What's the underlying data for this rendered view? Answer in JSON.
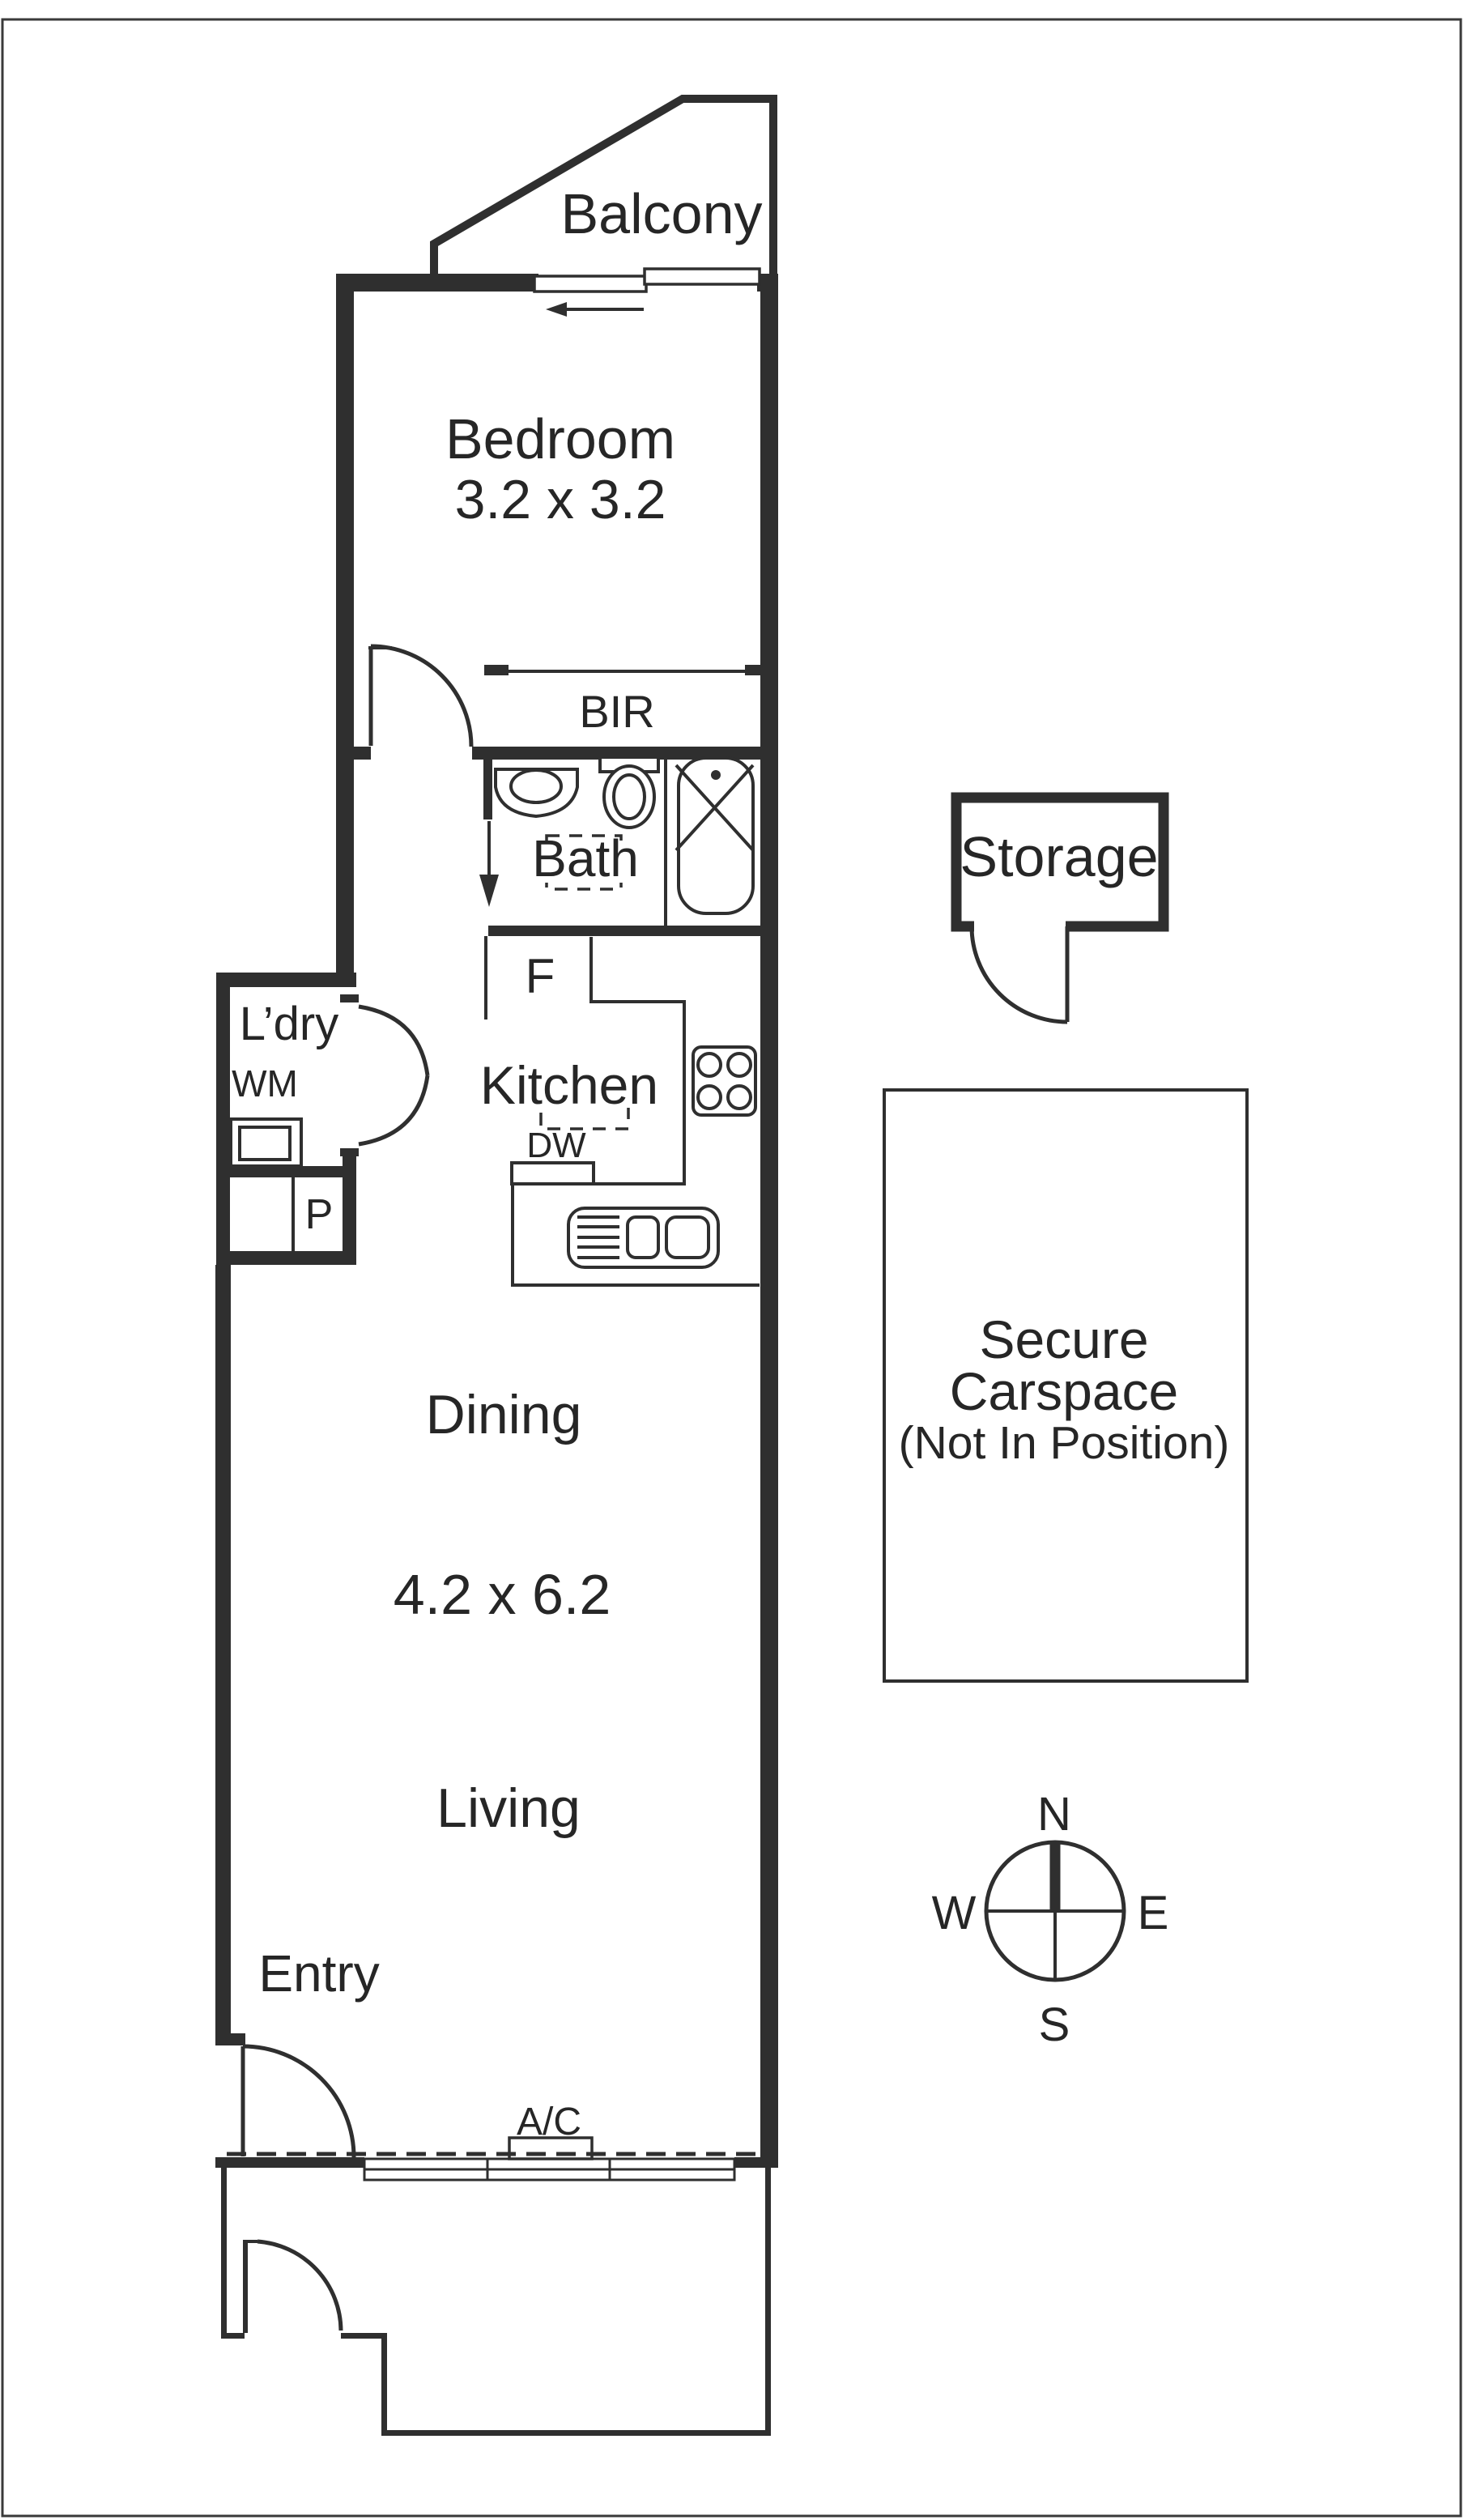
{
  "meta": {
    "title": "Apartment floor plan",
    "bg_color": "#ffffff",
    "line_color": "#2f2f2f",
    "text_color": "#262626"
  },
  "rooms": {
    "balcony": {
      "label": "Balcony"
    },
    "bedroom": {
      "label": "Bedroom",
      "dimensions": "3.2 x 3.2"
    },
    "bir": {
      "label": "BIR"
    },
    "bath": {
      "label": "Bath"
    },
    "storage": {
      "label": "Storage"
    },
    "laundry": {
      "label": "L’dry",
      "washing_machine": "WM",
      "pantry": "P"
    },
    "kitchen": {
      "label": "Kitchen",
      "fridge": "F",
      "dishwasher": "DW"
    },
    "dining": {
      "label": "Dining",
      "dimensions": "4.2 x 6.2"
    },
    "living": {
      "label": "Living"
    },
    "entry": {
      "label": "Entry"
    },
    "aircon": {
      "label": "A/C"
    },
    "carspace": {
      "line1": "Secure",
      "line2": "Carspace",
      "line3": "(Not In Position)"
    }
  },
  "compass": {
    "north": "N",
    "south": "S",
    "east": "E",
    "west": "W"
  }
}
